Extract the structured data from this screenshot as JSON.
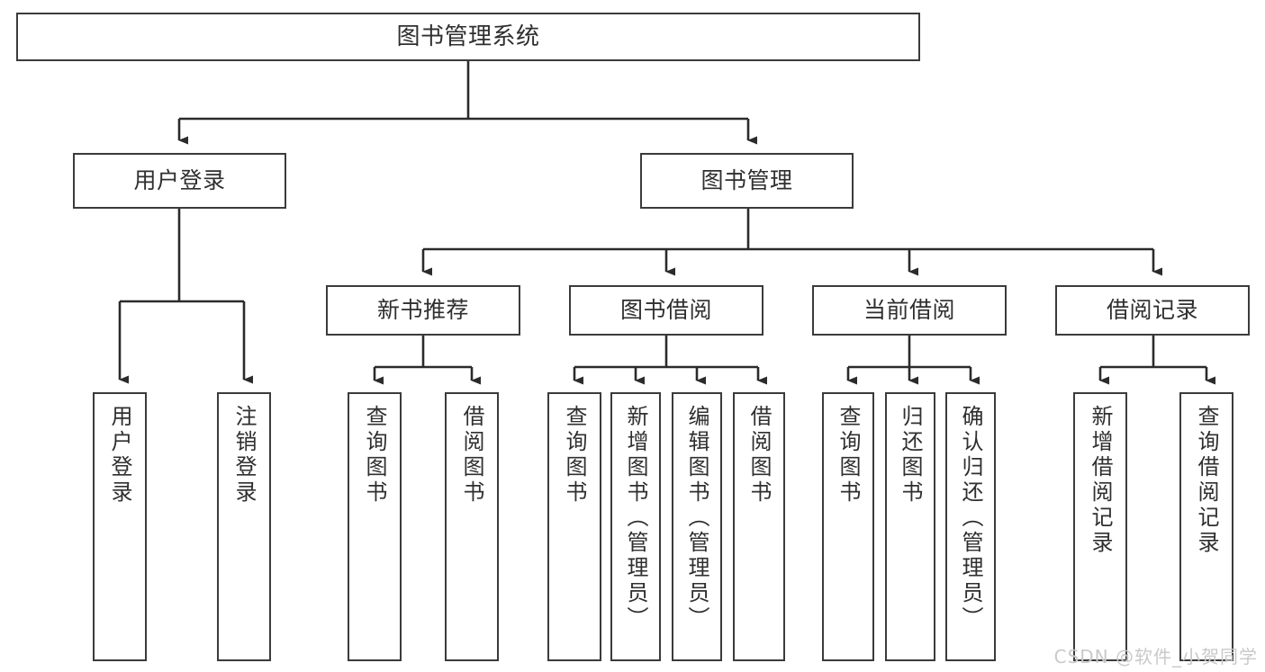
{
  "diagram": {
    "title": "图书管理系统",
    "type": "tree",
    "watermark": "CSDN @软件_小贺同学",
    "colors": {
      "box_border": "#3b3b3b",
      "box_fill": "#ffffff",
      "connector": "#2b2b2b",
      "text": "#2f2f2f",
      "watermark": "#c9c9c9"
    },
    "nodes": {
      "root": {
        "label": "图书管理系统"
      },
      "level2": [
        {
          "id": "user-login",
          "label": "用户登录"
        },
        {
          "id": "book-manage",
          "label": "图书管理"
        }
      ],
      "level3": [
        {
          "id": "new-book-recommend",
          "label": "新书推荐"
        },
        {
          "id": "book-borrow",
          "label": "图书借阅"
        },
        {
          "id": "current-borrow",
          "label": "当前借阅"
        },
        {
          "id": "borrow-record",
          "label": "借阅记录"
        }
      ],
      "leaves": {
        "user-login": [
          {
            "id": "leaf-user-login",
            "label": "用户登录"
          },
          {
            "id": "leaf-logout-login",
            "label": "注销登录"
          }
        ],
        "new-book-recommend": [
          {
            "id": "leaf-query-book-1",
            "label": "查询图书"
          },
          {
            "id": "leaf-borrow-book-1",
            "label": "借阅图书"
          }
        ],
        "book-borrow": [
          {
            "id": "leaf-query-book-2",
            "label": "查询图书"
          },
          {
            "id": "leaf-add-book",
            "label": "新增图书（管理员）"
          },
          {
            "id": "leaf-edit-book",
            "label": "编辑图书（管理员）"
          },
          {
            "id": "leaf-borrow-book-2",
            "label": "借阅图书"
          }
        ],
        "current-borrow": [
          {
            "id": "leaf-query-book-3",
            "label": "查询图书"
          },
          {
            "id": "leaf-return-book",
            "label": "归还图书"
          },
          {
            "id": "leaf-confirm-return",
            "label": "确认归还（管理员）"
          }
        ],
        "borrow-record": [
          {
            "id": "leaf-add-record",
            "label": "新增借阅记录"
          },
          {
            "id": "leaf-query-record",
            "label": "查询借阅记录"
          }
        ]
      }
    }
  }
}
